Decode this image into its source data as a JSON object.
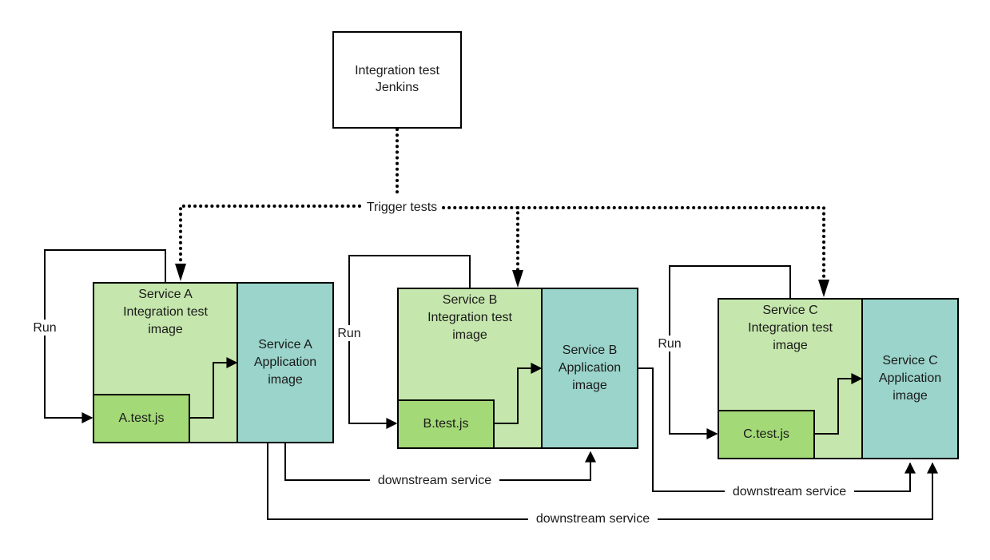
{
  "jenkins": {
    "line1": "Integration test",
    "line2": "Jenkins"
  },
  "trigger_label": "Trigger tests",
  "run_label": "Run",
  "downstream_label": "downstream service",
  "colors": {
    "test_image": "#c5e6ac",
    "test_file": "#a3d977",
    "app_image": "#9ad4cb",
    "stroke": "#000000"
  },
  "services": [
    {
      "id": "a",
      "test_image": [
        "Service A",
        "Integration test",
        "image"
      ],
      "test_file": "A.test.js",
      "app_image": [
        "Service A",
        "Application",
        "image"
      ]
    },
    {
      "id": "b",
      "test_image": [
        "Service B",
        "Integration test",
        "image"
      ],
      "test_file": "B.test.js",
      "app_image": [
        "Service B",
        "Application",
        "image"
      ]
    },
    {
      "id": "c",
      "test_image": [
        "Service C",
        "Integration test",
        "image"
      ],
      "test_file": "C.test.js",
      "app_image": [
        "Service C",
        "Application",
        "image"
      ]
    }
  ]
}
